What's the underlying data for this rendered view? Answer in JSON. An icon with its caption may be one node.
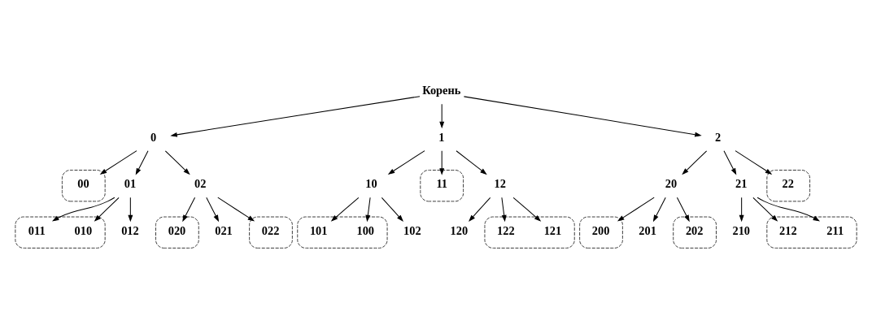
{
  "diagram": {
    "nodes": [
      {
        "text": [
          "Корень"
        ]
      },
      {
        "text": [
          "0"
        ]
      },
      {
        "text": [
          "1"
        ]
      },
      {
        "text": [
          "2"
        ]
      },
      {
        "text": [],
        "shape": "ellipse"
      },
      {
        "text": [
          "00"
        ],
        "in": 4
      },
      {
        "text": [
          "01"
        ]
      },
      {
        "text": [
          "02"
        ]
      },
      {
        "text": [
          "10"
        ]
      },
      {
        "text": [],
        "shape": "ellipse"
      },
      {
        "text": [
          "11"
        ],
        "in": 9
      },
      {
        "text": [
          "12"
        ]
      },
      {
        "text": [
          "20"
        ]
      },
      {
        "text": [
          "21"
        ]
      },
      {
        "text": [],
        "shape": "ellipse"
      },
      {
        "text": [
          "22"
        ],
        "in": 14
      },
      {
        "text": [],
        "shape": "ellipse"
      },
      {
        "text": [
          "010"
        ],
        "in": 16
      },
      {
        "text": [
          "011"
        ],
        "in": 16
      },
      {
        "text": [
          "012"
        ]
      },
      {
        "text": [],
        "shape": "ellipse"
      },
      {
        "text": [
          "100"
        ],
        "in": 20
      },
      {
        "text": [
          "101"
        ],
        "in": 20
      },
      {
        "text": [
          "102"
        ]
      },
      {
        "text": [],
        "shape": "ellipse"
      },
      {
        "text": [
          "200"
        ],
        "in": 24
      },
      {
        "text": [
          "201"
        ]
      },
      {
        "text": [],
        "shape": "ellipse"
      },
      {
        "text": [
          "202"
        ],
        "in": 27
      },
      {
        "text": [],
        "shape": "ellipse"
      },
      {
        "text": [
          "020"
        ],
        "in": 29
      },
      {
        "text": [
          "021"
        ]
      },
      {
        "text": [],
        "shape": "ellipse"
      },
      {
        "text": [
          "022"
        ],
        "in": 32
      },
      {
        "text": [
          "120"
        ]
      },
      {
        "text": [],
        "shape": "ellipse"
      },
      {
        "text": [
          "121"
        ],
        "in": 35
      },
      {
        "text": [
          "122"
        ],
        "in": 35
      },
      {
        "text": [
          "210"
        ]
      },
      {
        "text": [],
        "shape": "ellipse"
      },
      {
        "text": [
          "211"
        ],
        "in": 39
      },
      {
        "text": [
          "212"
        ],
        "in": 39
      }
    ],
    "edges": [
      {
        "from": 0,
        "to": 1,
        "arrow": "to"
      },
      {
        "from": 0,
        "to": 2,
        "arrow": "to"
      },
      {
        "from": 0,
        "to": 3,
        "arrow": "to"
      },
      {
        "from": 1,
        "to": 5,
        "arrow": "to"
      },
      {
        "from": 1,
        "to": 6,
        "arrow": "to"
      },
      {
        "from": 1,
        "to": 7,
        "arrow": "to"
      },
      {
        "from": 2,
        "to": 8,
        "arrow": "to"
      },
      {
        "from": 2,
        "to": 10,
        "arrow": "to"
      },
      {
        "from": 2,
        "to": 11,
        "arrow": "to"
      },
      {
        "from": 3,
        "to": 12,
        "arrow": "to"
      },
      {
        "from": 3,
        "to": 13,
        "arrow": "to"
      },
      {
        "from": 3,
        "to": 15,
        "arrow": "to"
      },
      {
        "from": 6,
        "to": 17,
        "arrow": "to"
      },
      {
        "from": 6,
        "to": 18,
        "arrow": "to"
      },
      {
        "from": 6,
        "to": 19,
        "arrow": "to"
      },
      {
        "from": 7,
        "to": 30,
        "arrow": "to"
      },
      {
        "from": 7,
        "to": 31,
        "arrow": "to"
      },
      {
        "from": 7,
        "to": 33,
        "arrow": "to"
      },
      {
        "from": 8,
        "to": 21,
        "arrow": "to"
      },
      {
        "from": 8,
        "to": 22,
        "arrow": "to"
      },
      {
        "from": 8,
        "to": 23,
        "arrow": "to"
      },
      {
        "from": 11,
        "to": 34,
        "arrow": "to"
      },
      {
        "from": 11,
        "to": 36,
        "arrow": "to"
      },
      {
        "from": 11,
        "to": 37,
        "arrow": "to"
      },
      {
        "from": 12,
        "to": 25,
        "arrow": "to"
      },
      {
        "from": 12,
        "to": 26,
        "arrow": "to"
      },
      {
        "from": 12,
        "to": 28,
        "arrow": "to"
      },
      {
        "from": 13,
        "to": 38,
        "arrow": "to"
      },
      {
        "from": 13,
        "to": 40,
        "arrow": "to"
      },
      {
        "from": 13,
        "to": 41,
        "arrow": "to"
      }
    ]
  }
}
